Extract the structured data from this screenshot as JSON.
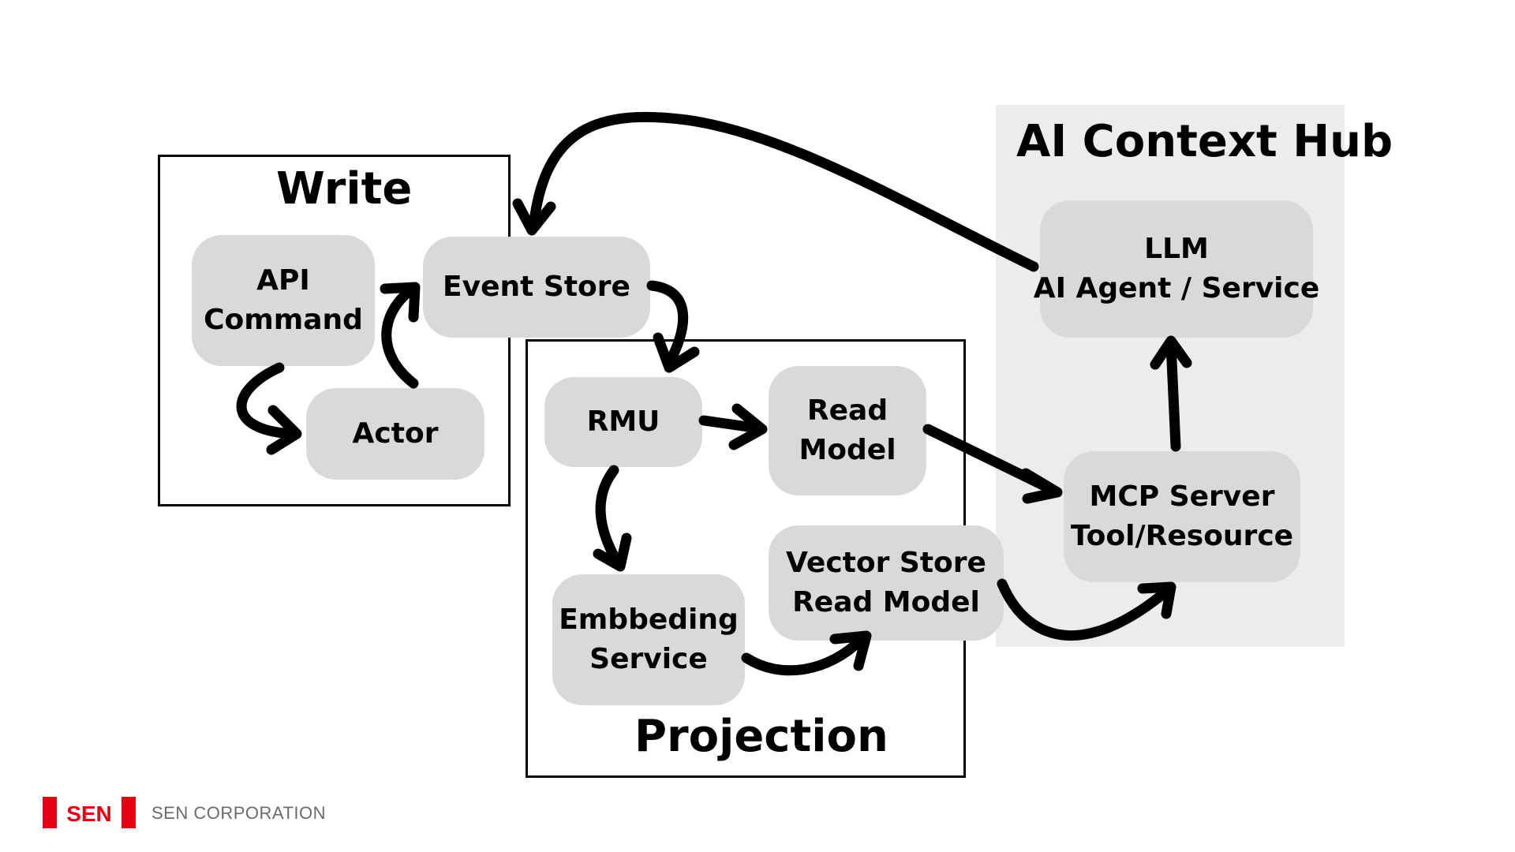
{
  "groups": {
    "write": {
      "title": "Write"
    },
    "projection": {
      "title": "Projection"
    },
    "ai_hub": {
      "title": "AI Context Hub"
    }
  },
  "nodes": {
    "api_command": [
      "API",
      "Command"
    ],
    "actor": [
      "Actor"
    ],
    "event_store": [
      "Event Store"
    ],
    "rmu": [
      "RMU"
    ],
    "read_model": [
      "Read",
      "Model"
    ],
    "embedding_service": [
      "Embbeding",
      "Service"
    ],
    "vector_store": [
      "Vector Store",
      "Read Model"
    ],
    "llm": [
      "LLM",
      "AI Agent / Service"
    ],
    "mcp_server": [
      "MCP Server",
      "Tool/Resource"
    ]
  },
  "footer": {
    "logo_text": "SEN",
    "company": "SEN CORPORATION",
    "brand_color": "#e60012"
  },
  "colors": {
    "node_fill": "#d9d9d9",
    "hub_fill": "#ececec",
    "line": "#000000"
  }
}
